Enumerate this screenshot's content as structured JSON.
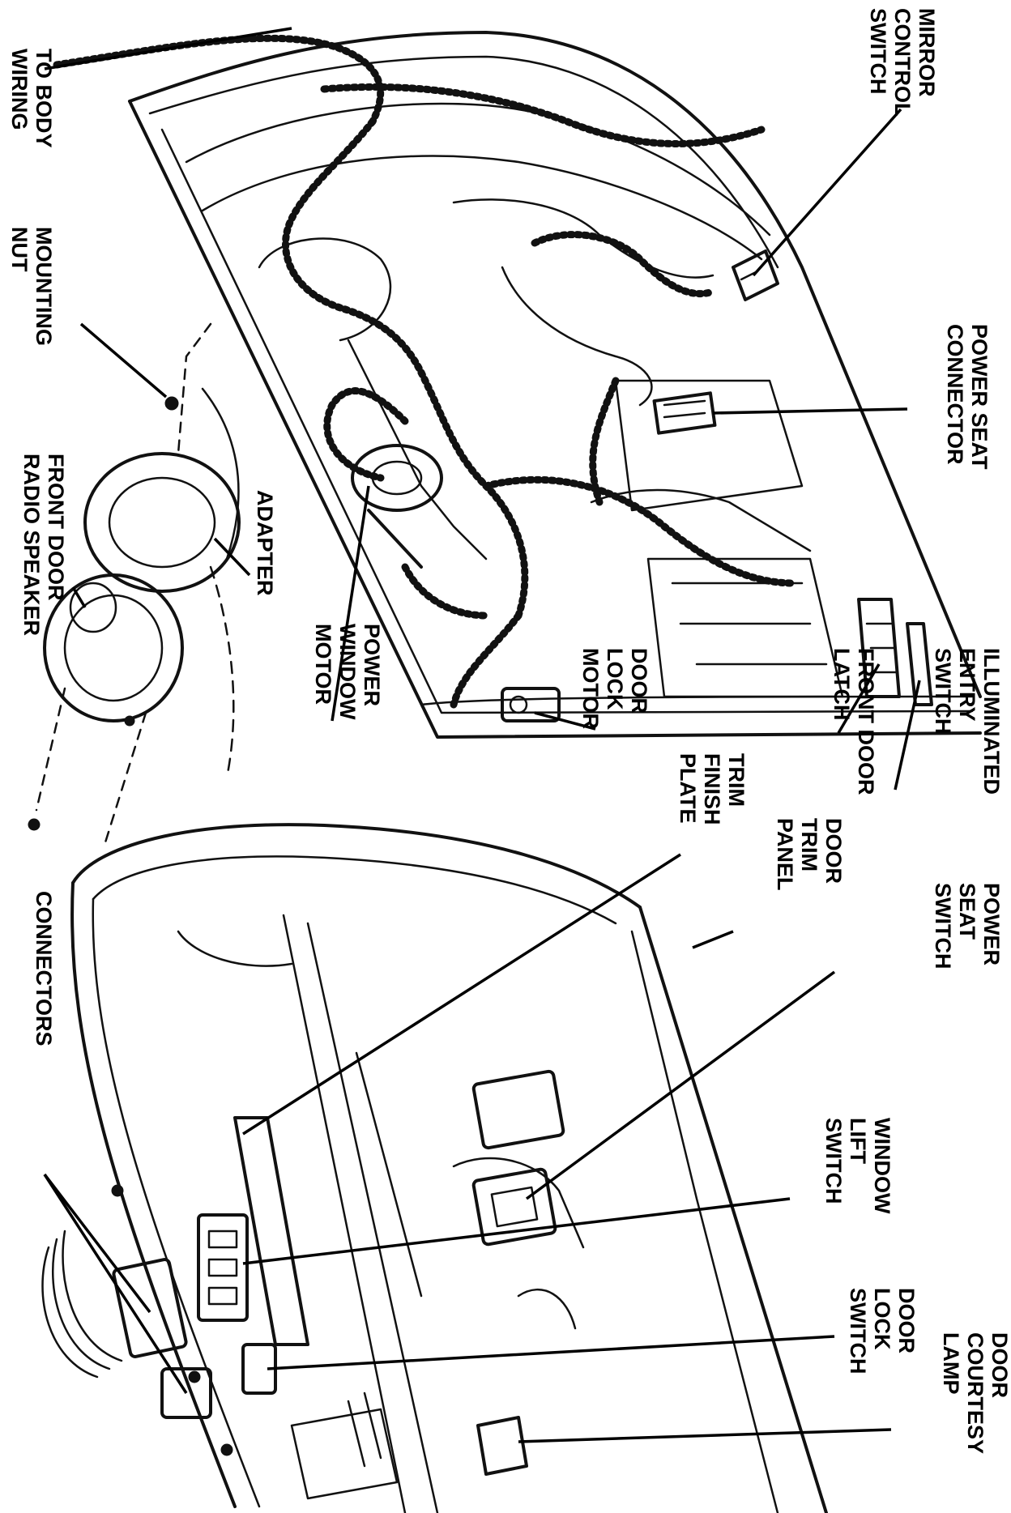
{
  "labels": {
    "to_body_wiring": [
      "TO BODY",
      "WIRING"
    ],
    "mirror_control_switch": [
      "MIRROR",
      "CONTROL",
      "SWITCH"
    ],
    "mounting_nut": [
      "MOUNTING",
      "NUT"
    ],
    "power_seat_connector": [
      "POWER SEAT",
      "CONNECTOR"
    ],
    "front_door_radio_speaker": [
      "FRONT DOOR",
      "RADIO SPEAKER"
    ],
    "adapter": [
      "ADAPTER"
    ],
    "power_window_motor": [
      "POWER",
      "WINDOW",
      "MOTOR"
    ],
    "door_lock_motor": [
      "DOOR",
      "LOCK",
      "MOTOR"
    ],
    "front_door_latch": [
      "FRONT DOOR",
      "LATCH"
    ],
    "illuminated_entry_switch": [
      "ILLUMINATED",
      "ENTRY",
      "SWITCH"
    ],
    "trim_finish_plate": [
      "TRIM",
      "FINISH",
      "PLATE"
    ],
    "door_trim_panel": [
      "DOOR",
      "TRIM",
      "PANEL"
    ],
    "connectors": [
      "CONNECTORS"
    ],
    "power_seat_switch": [
      "POWER",
      "SEAT",
      "SWITCH"
    ],
    "window_lift_switch": [
      "WINDOW",
      "LIFT",
      "SWITCH"
    ],
    "door_lock_switch": [
      "DOOR",
      "LOCK",
      "SWITCH"
    ],
    "door_courtesy_lamp": [
      "DOOR",
      "COURTESY",
      "LAMP"
    ]
  },
  "colors": {
    "ink": "#111111",
    "background": "#ffffff"
  }
}
